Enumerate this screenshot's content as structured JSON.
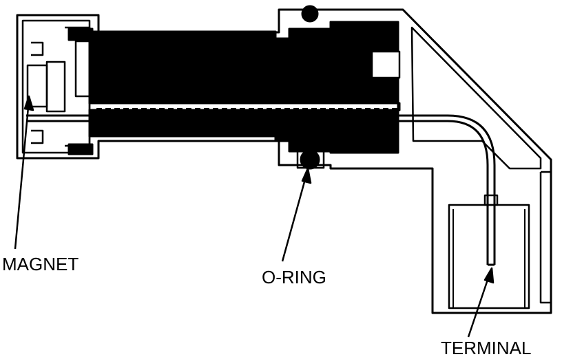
{
  "labels": {
    "magnet": "MAGNET",
    "oring": "O-RING",
    "terminal": "TERMINAL"
  },
  "colors": {
    "line": "#000000",
    "fill_dark": "#000000",
    "background": "#ffffff"
  }
}
